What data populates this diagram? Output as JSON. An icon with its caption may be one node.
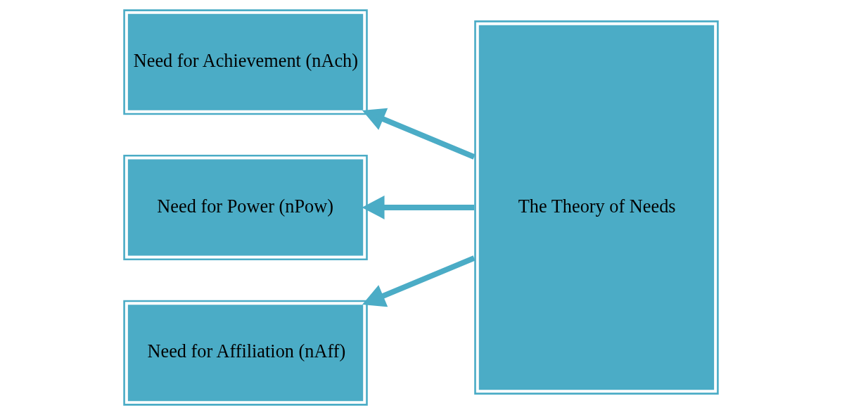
{
  "diagram": {
    "nodes": [
      {
        "text": [
          "Need for Achievement (nAch)"
        ]
      },
      {
        "text": [
          "Need for Power (nPow)"
        ]
      },
      {
        "text": [
          "Need for Affiliation (nAff)"
        ]
      },
      {
        "text": [
          "The Theory of Needs"
        ]
      }
    ],
    "edges": [
      {
        "from": 3,
        "to": 0,
        "arrow": "to"
      },
      {
        "from": 3,
        "to": 1,
        "arrow": "to"
      },
      {
        "from": 3,
        "to": 2,
        "arrow": "to"
      }
    ]
  }
}
